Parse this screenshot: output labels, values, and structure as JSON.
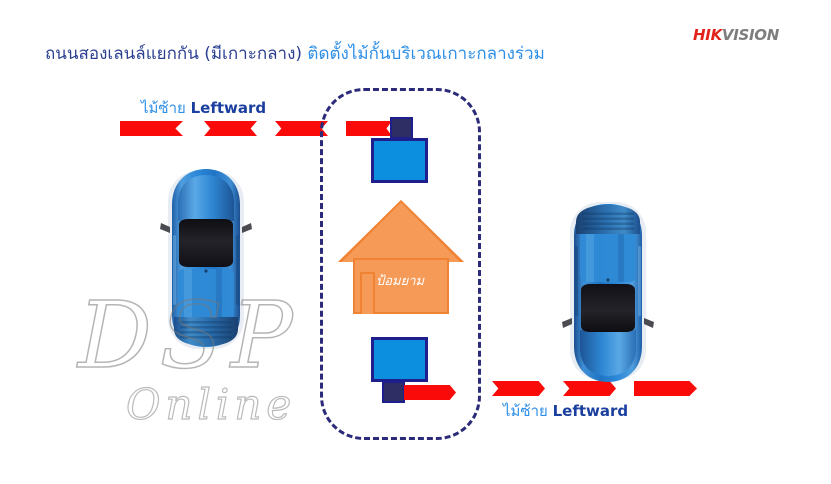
{
  "brand": {
    "part1": "HIK",
    "part2": "VISION",
    "color_part1": "#e2231a",
    "color_part2": "#7d7d7d"
  },
  "title": {
    "segment_dark": "ถนนสองเลนล์แยกกัน (มีเกาะกลาง)",
    "segment_light": " ติดตั้งไม้กั้นบริเวณเกาะกลางร่วม",
    "color_dark": "#2b3f91",
    "color_light": "#2e8fe8"
  },
  "lanes": [
    {
      "id": "top-lane",
      "thai": "ไม้ซ้าย",
      "english": "Leftward",
      "direction": "left"
    },
    {
      "id": "bottom-lane",
      "thai": "ไม้ซ้าย",
      "english": "Leftward",
      "direction": "right"
    }
  ],
  "island": {
    "name": "median-island-zone",
    "border_color": "#2b2b7a",
    "border_style": "dashed"
  },
  "guard_house": {
    "label": "ป้อมยาม",
    "fill_color": "#f69a58",
    "stroke_color": "#ef8233",
    "label_color": "#ffffff"
  },
  "barriers": [
    {
      "id": "barrier-top",
      "box_color": "#0d8fe0",
      "border_color": "#1e1e8c",
      "cap_color": "#2e2e64",
      "arm_color": "#fb0a0a",
      "arm_direction": "left"
    },
    {
      "id": "barrier-bottom",
      "box_color": "#0d8fe0",
      "border_color": "#1e1e8c",
      "cap_color": "#2e2e64",
      "arm_color": "#fb0a0a",
      "arm_direction": "right"
    }
  ],
  "vehicles": [
    {
      "id": "car-left",
      "color": "#2f7fd0",
      "heading": "up"
    },
    {
      "id": "car-right",
      "color": "#2f7fd0",
      "heading": "down"
    }
  ],
  "arrow_color": "#fb0a0a",
  "watermark": {
    "main": "DSP",
    "sub": "Online"
  }
}
